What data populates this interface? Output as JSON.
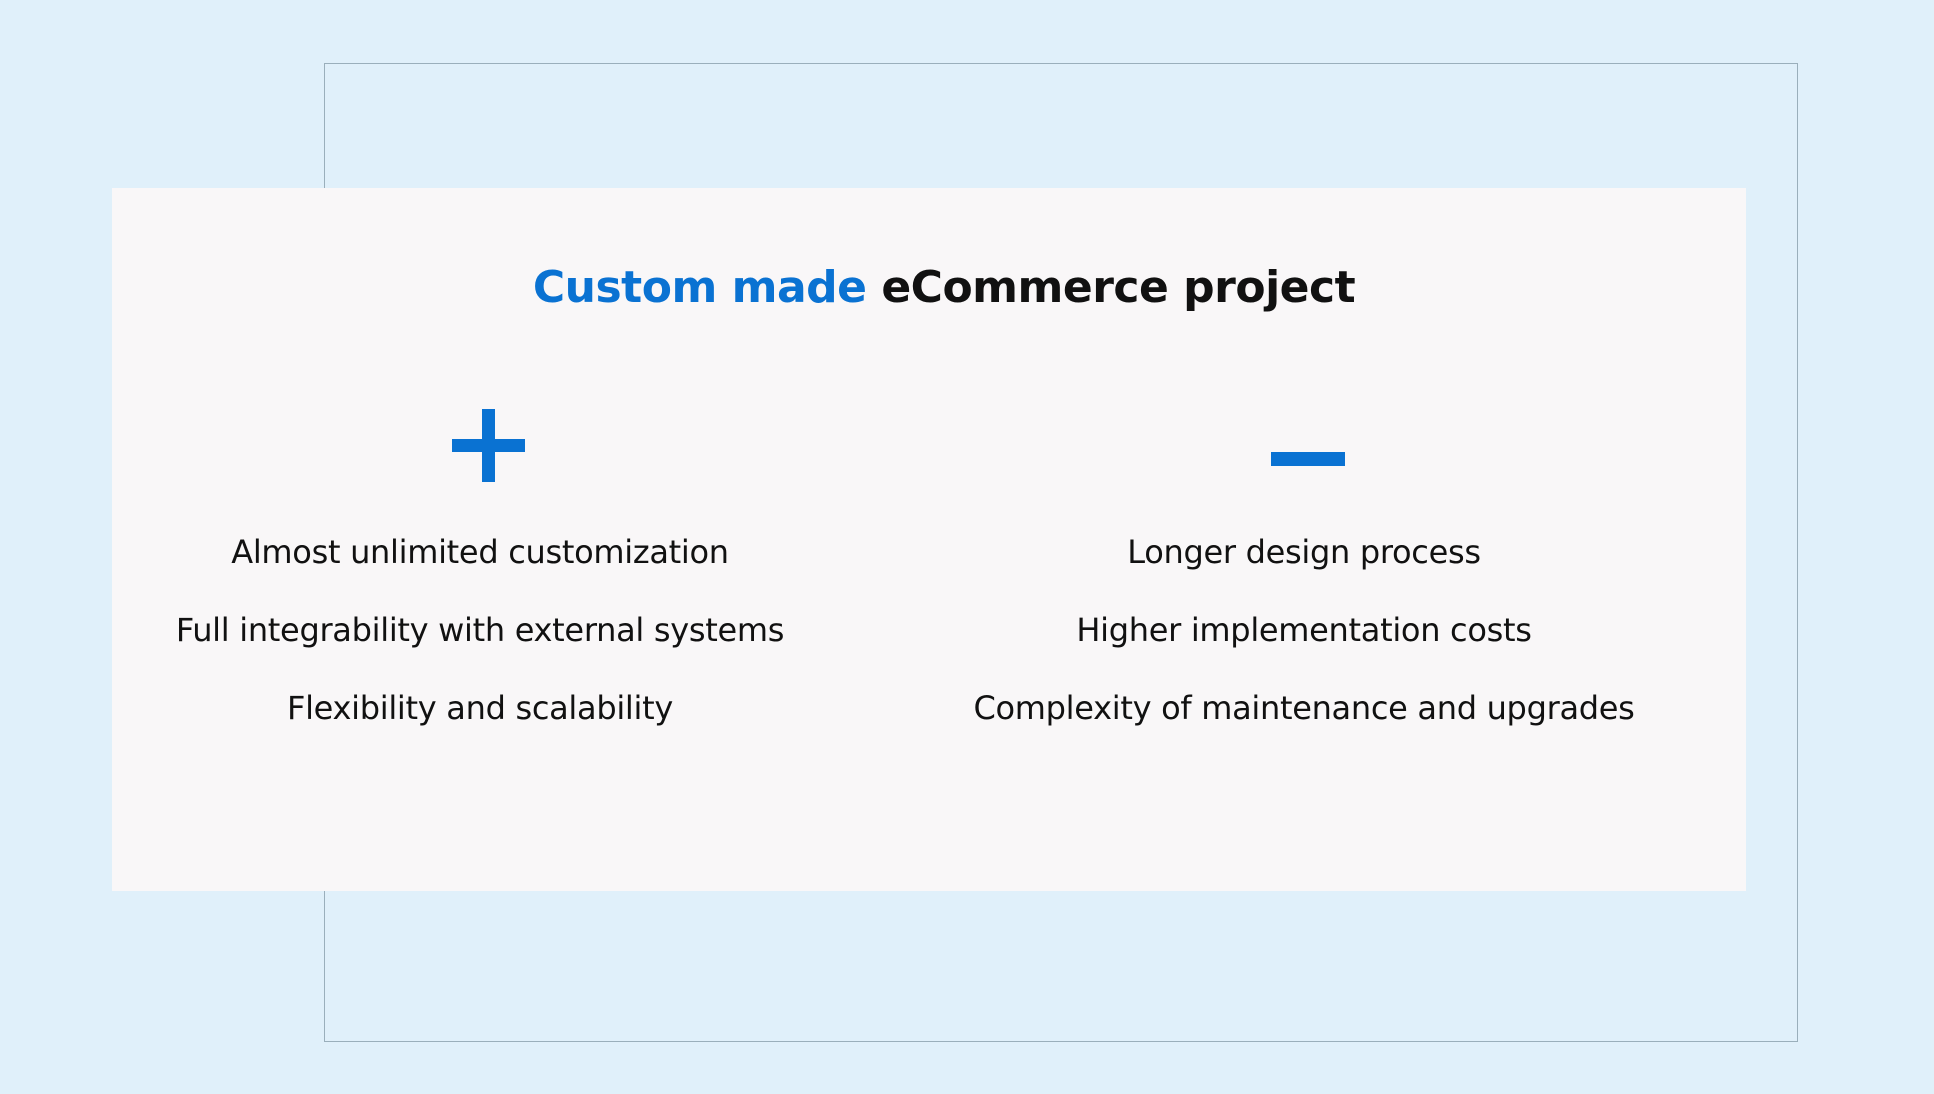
{
  "title": {
    "highlight": "Custom made",
    "rest": "eCommerce project"
  },
  "pros": {
    "icon": "plus-icon",
    "items": [
      "Almost unlimited customization",
      "Full integrability with external systems",
      "Flexibility and scalability"
    ]
  },
  "cons": {
    "icon": "minus-icon",
    "items": [
      "Longer design process",
      "Higher implementation costs",
      "Complexity of maintenance and upgrades"
    ]
  },
  "colors": {
    "background": "#e0f0fa",
    "card": "#f9f7f8",
    "accent": "#0a72d2",
    "text": "#111111",
    "frame": "#9aafbb"
  }
}
